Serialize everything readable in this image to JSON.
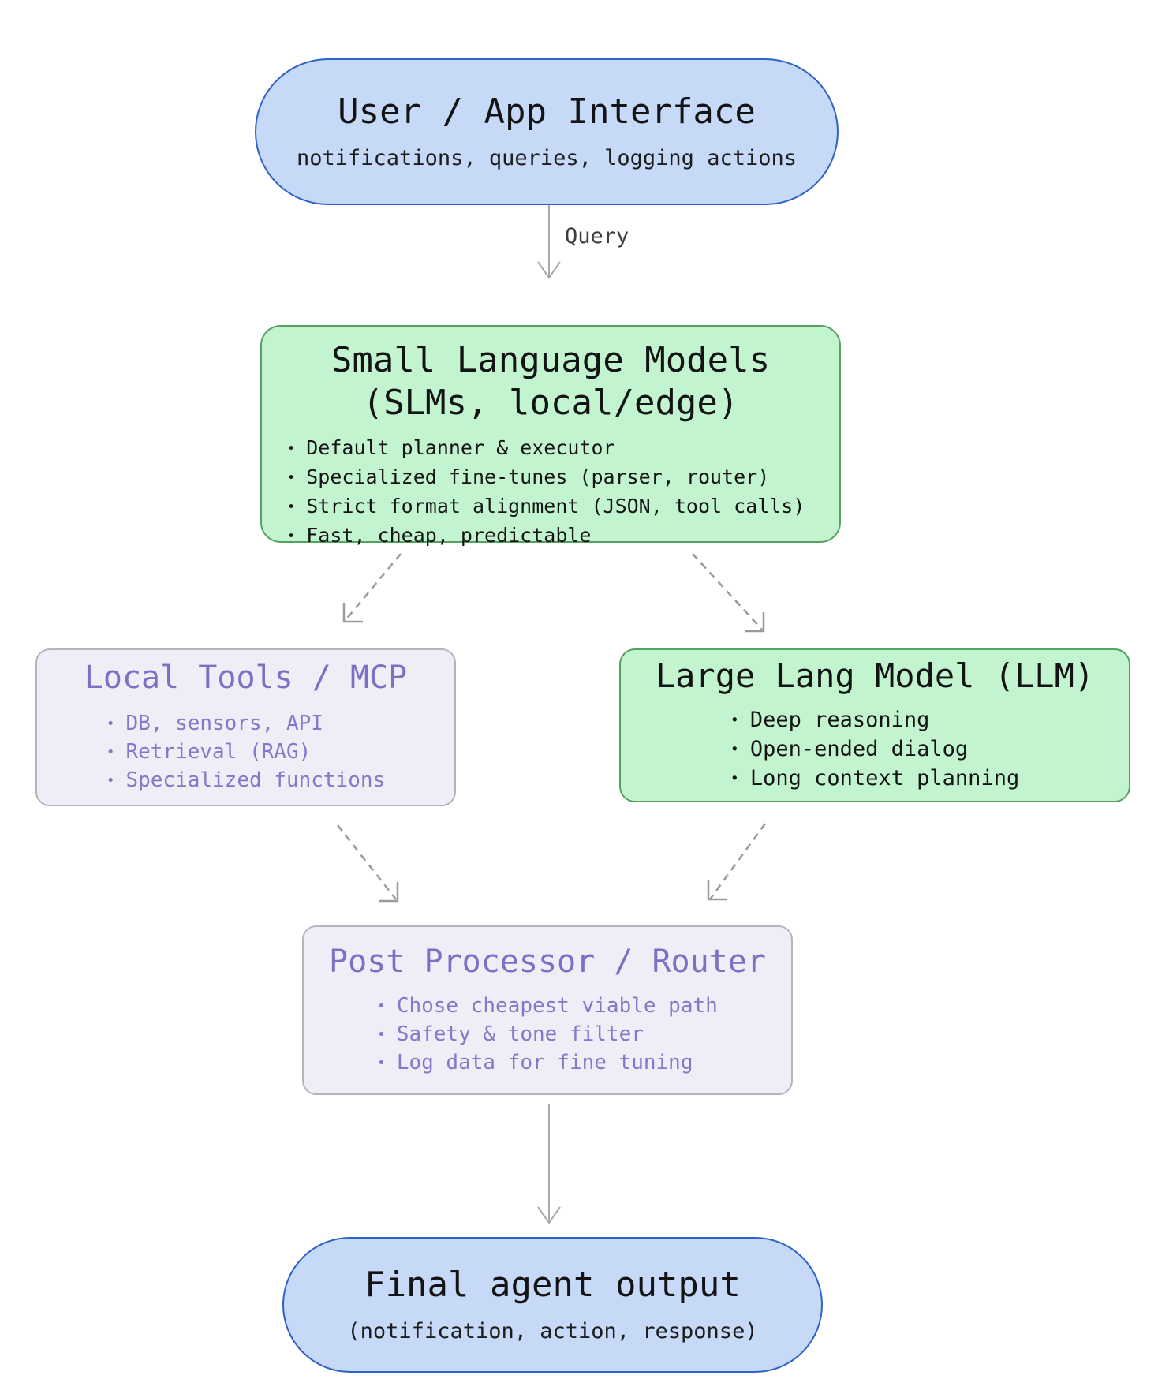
{
  "diagram": {
    "nodes": {
      "user_interface": {
        "title": "User / App Interface",
        "subtitle": "notifications, queries, logging actions"
      },
      "slm": {
        "title_line1": "Small Language Models",
        "title_line2": "(SLMs, local/edge)",
        "bullets": [
          "Default planner & executor",
          "Specialized fine-tunes (parser, router)",
          "Strict format alignment (JSON, tool calls)",
          "Fast, cheap, predictable"
        ]
      },
      "local_tools": {
        "title": "Local Tools / MCP",
        "bullets": [
          "DB, sensors, API",
          "Retrieval (RAG)",
          "Specialized functions"
        ]
      },
      "llm": {
        "title": "Large Lang Model (LLM)",
        "bullets": [
          "Deep reasoning",
          "Open-ended dialog",
          "Long context planning"
        ]
      },
      "post_processor": {
        "title": "Post Processor / Router",
        "bullets": [
          "Chose cheapest viable path",
          "Safety & tone filter",
          "Log data for fine tuning"
        ]
      },
      "final_output": {
        "title": "Final agent output",
        "subtitle": "(notification, action, response)"
      }
    },
    "edges": {
      "query_label": "Query"
    },
    "colors": {
      "blue_fill": "#c6d9f7",
      "blue_border": "#2e62c8",
      "green_fill": "#c3f4d0",
      "green_border": "#53a25f",
      "lavender_fill": "#efedf6",
      "lavender_border": "#b6b3c1",
      "purple_title": "#7c70c5",
      "purple_bullets": "#8379ca",
      "arrow_gray": "#9e9e9e",
      "text_dark": "#141414"
    }
  }
}
